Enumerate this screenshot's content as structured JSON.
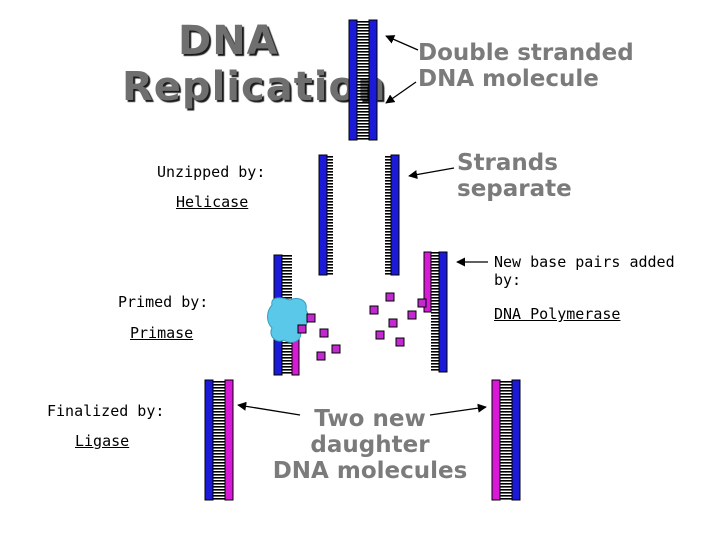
{
  "title": {
    "line1": "DNA",
    "line2": "Replication"
  },
  "labels": {
    "double_stranded": {
      "line1": "Double stranded",
      "line2": "DNA molecule"
    },
    "strands_separate": {
      "line1": "Strands",
      "line2": "separate"
    },
    "two_new": {
      "line1": "Two new",
      "line2": "daughter",
      "line3": "DNA molecules"
    }
  },
  "steps": {
    "unzipped": {
      "label": "Unzipped by:",
      "enzyme": "Helicase"
    },
    "new_base_pairs": {
      "label": "New base pairs added by:",
      "enzyme": "DNA Polymerase"
    },
    "primed": {
      "label": "Primed by:",
      "enzyme": "Primase"
    },
    "finalized": {
      "label": "Finalized by:",
      "enzyme": "Ligase"
    }
  },
  "colors": {
    "parent_strand": "#1a1ad8",
    "new_strand": "#d81ad8",
    "free_nucleotide": "#c22ad0",
    "enzyme_blob": "#5ac8e8",
    "text_gray": "#7b7b7b"
  }
}
